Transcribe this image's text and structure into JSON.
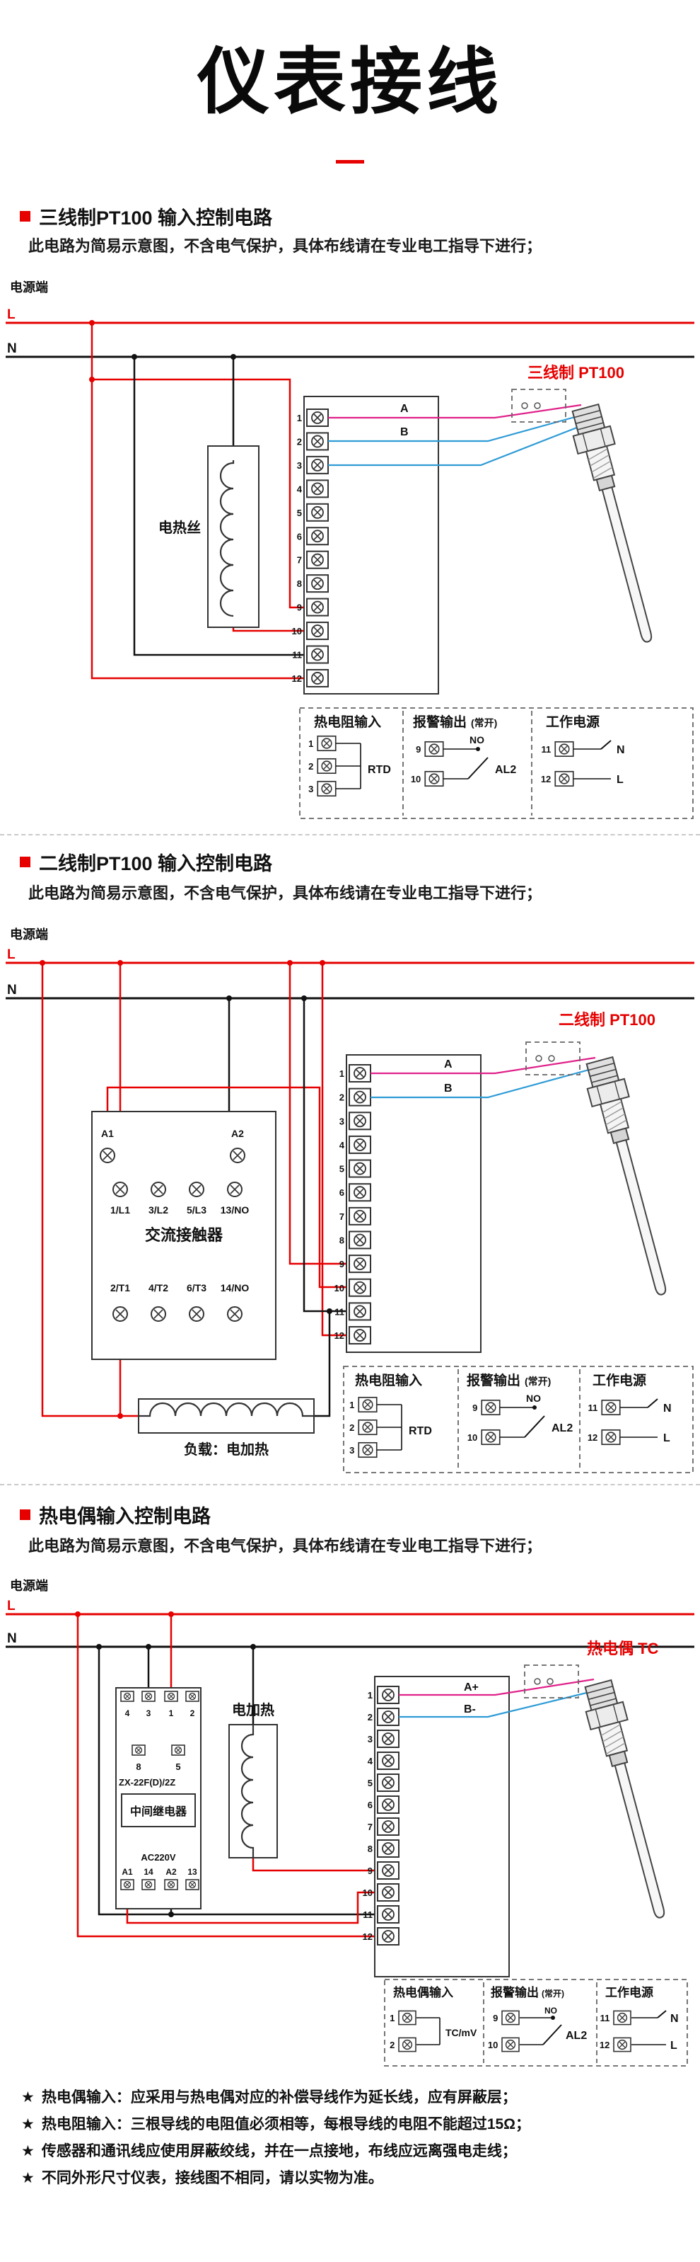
{
  "page": {
    "title": "仪表接线"
  },
  "shared": {
    "subtitle": "此电路为简易示意图，不含电气保护，具体布线请在专业电工指导下进行；",
    "power_label": "电源端",
    "l": "L",
    "n": "N",
    "bullet": "★",
    "terminal_numbers": [
      "1",
      "2",
      "3",
      "4",
      "5",
      "6",
      "7",
      "8",
      "9",
      "10",
      "11",
      "12"
    ],
    "legend": {
      "rtd_input": "热电阻输入",
      "tc_input": "热电偶输入",
      "alarm_output": "报警输出",
      "alarm_mode": "(常开)",
      "work_power": "工作电源",
      "rtd": "RTD",
      "tc": "TC/mV",
      "no": "NO",
      "al2": "AL2",
      "n": "N",
      "l": "L"
    }
  },
  "section1": {
    "title": "三线制PT100 输入控制电路",
    "heater": "电热丝",
    "sensor": "三线制 PT100",
    "wire_a": "A",
    "wire_b": "B"
  },
  "section2": {
    "title": "二线制PT100 输入控制电路",
    "sensor": "二线制 PT100",
    "wire_a": "A",
    "wire_b": "B",
    "load": "负载：电加热",
    "contactor": {
      "name": "交流接触器",
      "a1": "A1",
      "a2": "A2",
      "t1": "1/L1",
      "t2": "3/L2",
      "t3": "5/L3",
      "t4": "13/NO",
      "b1": "2/T1",
      "b2": "4/T2",
      "b3": "6/T3",
      "b4": "14/NO"
    }
  },
  "section3": {
    "title": "热电偶输入控制电路",
    "sensor": "热电偶 TC",
    "heater": "电加热",
    "wire_a": "A+",
    "wire_b": "B-",
    "relay": {
      "name": "中间继电器",
      "model": "ZX-22F(D)/2Z",
      "voltage": "AC220V",
      "p1": "4",
      "p2": "3",
      "p3": "1",
      "p4": "2",
      "p5": "8",
      "p6": "5",
      "b1": "A1",
      "b2": "14",
      "b3": "A2",
      "b4": "13"
    }
  },
  "notes": [
    "热电偶输入：应采用与热电偶对应的补偿导线作为延长线，应有屏蔽层；",
    "热电阻输入：三根导线的电阻值必须相等，每根导线的电阻不能超过15Ω；",
    "传感器和通讯线应使用屏蔽绞线，并在一点接地，布线应远离强电走线；",
    "不同外形尺寸仪表，接线图不相同，请以实物为准。"
  ]
}
